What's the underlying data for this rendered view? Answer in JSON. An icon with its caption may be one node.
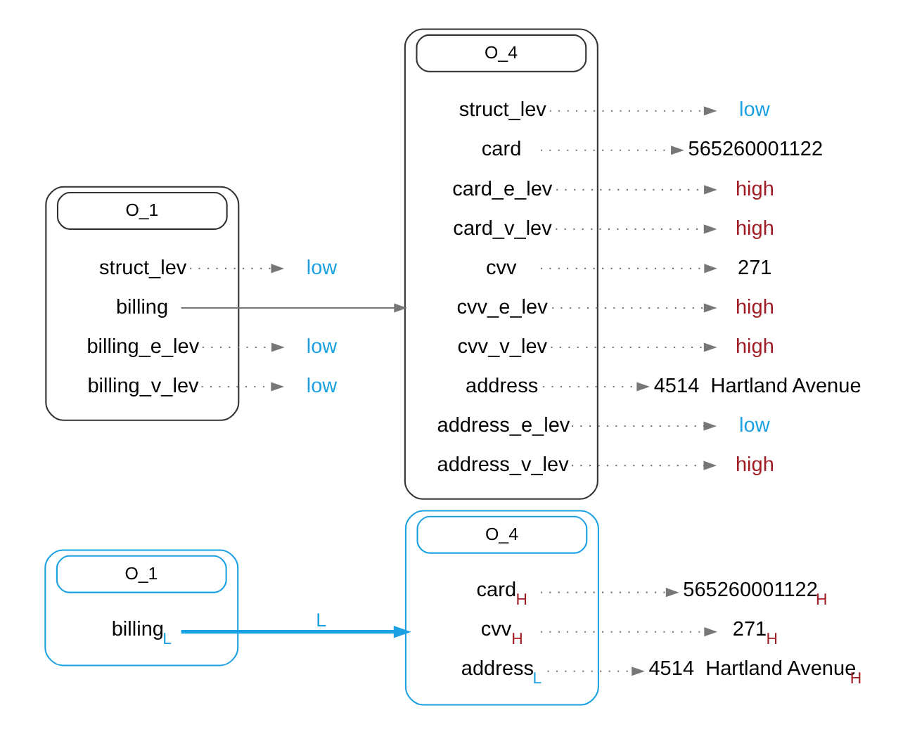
{
  "diagram": {
    "nodes": [
      {
        "text": [
          "O_1"
        ]
      },
      {
        "text": [
          "billing$_{L}$"
        ],
        "in": 0
      },
      {
        "text": [
          "O_4"
        ]
      },
      {
        "text": [
          "card$_{H}$"
        ],
        "in": 2
      },
      {
        "text": [
          "cvv$_{H}$"
        ],
        "in": 2
      },
      {
        "text": [
          "address$_{L}$"
        ],
        "in": 2
      },
      {
        "text": [
          "565260001122$_{H}$"
        ]
      },
      {
        "text": [
          "271$_{H}$"
        ]
      },
      {
        "text": [
          "4514  Hartland Avenue$_{H}$"
        ]
      },
      {
        "text": [
          "O_1"
        ]
      },
      {
        "text": [
          "struct_lev"
        ],
        "in": 9
      },
      {
        "text": [
          "billing"
        ],
        "in": 9
      },
      {
        "text": [
          "billing_e_lev"
        ],
        "in": 9
      },
      {
        "text": [
          "billing_v_lev"
        ],
        "in": 9
      },
      {
        "text": [
          "low"
        ]
      },
      {
        "text": [
          "low"
        ]
      },
      {
        "text": [
          "low"
        ]
      },
      {
        "text": [
          "O_4"
        ]
      },
      {
        "text": [
          "struct_lev"
        ],
        "in": 17
      },
      {
        "text": [
          "card"
        ],
        "in": 17
      },
      {
        "text": [
          "card_e_lev"
        ],
        "in": 17
      },
      {
        "text": [
          "card_v_lev"
        ],
        "in": 17
      },
      {
        "text": [
          "cvv"
        ],
        "in": 17
      },
      {
        "text": [
          "cvv_e_lev"
        ],
        "in": 17
      },
      {
        "text": [
          "cvv_v_lev"
        ],
        "in": 17
      },
      {
        "text": [
          "address"
        ],
        "in": 17
      },
      {
        "text": [
          "address_e_lev"
        ],
        "in": 17
      },
      {
        "text": [
          "address_v_lev"
        ],
        "in": 17
      },
      {
        "text": [
          "low"
        ]
      },
      {
        "text": [
          "565260001122"
        ]
      },
      {
        "text": [
          "high"
        ]
      },
      {
        "text": [
          "high"
        ]
      },
      {
        "text": [
          "271"
        ]
      },
      {
        "text": [
          "high"
        ]
      },
      {
        "text": [
          "high"
        ]
      },
      {
        "text": [
          "4514  Hartland Avenue"
        ]
      },
      {
        "text": [
          "low"
        ]
      },
      {
        "text": [
          "high"
        ]
      }
    ],
    "edges": [
      {
        "from": 1,
        "to": 2,
        "arrow": "to",
        "label": "L",
        "style": "thick",
        "color": "#1ba1e2"
      },
      {
        "from": 3,
        "to": 6,
        "arrow": "to",
        "style": "dashed"
      },
      {
        "from": 4,
        "to": 7,
        "arrow": "to",
        "style": "dashed"
      },
      {
        "from": 5,
        "to": 8,
        "arrow": "to",
        "style": "dashed"
      },
      {
        "from": 10,
        "to": 14,
        "arrow": "to",
        "style": "dashed"
      },
      {
        "from": 11,
        "to": 17,
        "arrow": "to"
      },
      {
        "from": 12,
        "to": 15,
        "arrow": "to",
        "style": "dashed"
      },
      {
        "from": 13,
        "to": 16,
        "arrow": "to",
        "style": "dashed"
      },
      {
        "from": 18,
        "to": 28,
        "arrow": "to",
        "style": "dashed"
      },
      {
        "from": 19,
        "to": 29,
        "arrow": "to",
        "style": "dashed"
      },
      {
        "from": 20,
        "to": 30,
        "arrow": "to",
        "style": "dashed"
      },
      {
        "from": 21,
        "to": 31,
        "arrow": "to",
        "style": "dashed"
      },
      {
        "from": 22,
        "to": 32,
        "arrow": "to",
        "style": "dashed"
      },
      {
        "from": 23,
        "to": 33,
        "arrow": "to",
        "style": "dashed"
      },
      {
        "from": 24,
        "to": 34,
        "arrow": "to",
        "style": "dashed"
      },
      {
        "from": 25,
        "to": 35,
        "arrow": "to",
        "style": "dashed"
      },
      {
        "from": 26,
        "to": 36,
        "arrow": "to",
        "style": "dashed"
      },
      {
        "from": 27,
        "to": 37,
        "arrow": "to",
        "style": "dashed"
      }
    ]
  }
}
